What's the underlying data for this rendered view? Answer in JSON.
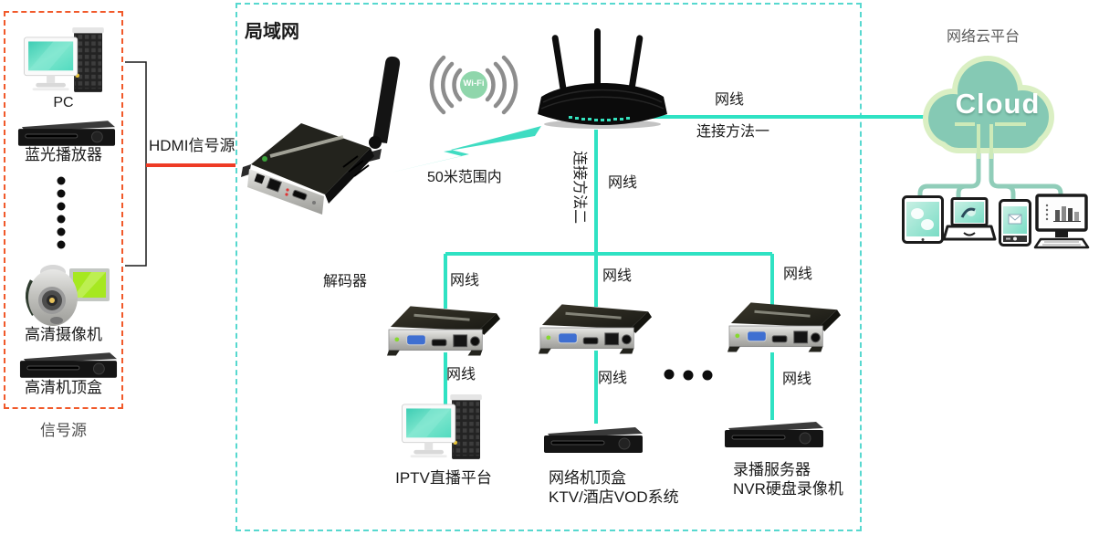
{
  "lan": {
    "title": "局域网"
  },
  "source": {
    "caption": "信号源",
    "pc": "PC",
    "bluray": "蓝光播放器",
    "camera": "高清摄像机",
    "stb": "高清机顶盒"
  },
  "links": {
    "hdmi": "HDMI信号源",
    "cable": "网线",
    "method1": "连接方法一",
    "method2": "连接方法二"
  },
  "wifi": {
    "badge": "Wi-Fi",
    "range": "50米范围内"
  },
  "decoder": {
    "caption": "解码器"
  },
  "cloud": {
    "caption": "网络云平台",
    "name": "Cloud"
  },
  "endpoints": {
    "iptv": "IPTV直播平台",
    "stb_line1": "网络机顶盒",
    "stb_line2": "KTV/酒店VOD系统",
    "nvr_line1": "录播服务器",
    "nvr_line2": "NVR硬盘录像机"
  },
  "colors": {
    "lan_border": "#57d8cf",
    "source_border": "#f1592a",
    "teal_line": "#2fe2c3",
    "hdmi_line": "#ee3b25",
    "cloud_fill": "#85c9b4",
    "cloud_border": "#daefc3",
    "connector": "#90cdb9",
    "wifi_badge": "#8fd6ab",
    "lightning": "#3fdcc2"
  }
}
